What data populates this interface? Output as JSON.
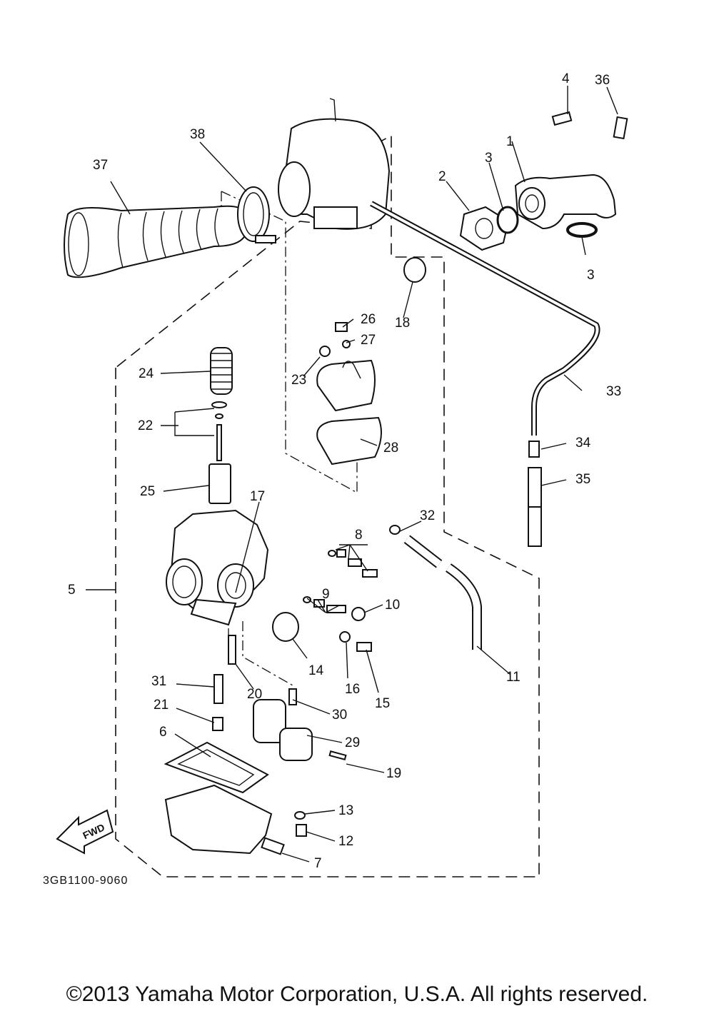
{
  "diagram": {
    "code": "3GB1100-9060",
    "fwd_label": "FWD",
    "callouts": [
      "1",
      "2",
      "3",
      "3",
      "4",
      "5",
      "6",
      "7",
      "8",
      "9",
      "10",
      "11",
      "12",
      "13",
      "14",
      "15",
      "16",
      "17",
      "18",
      "19",
      "20",
      "21",
      "22",
      "23",
      "24",
      "25",
      "26",
      "27",
      "28",
      "29",
      "30",
      "31",
      "32",
      "33",
      "34",
      "35",
      "36",
      "37",
      "38"
    ]
  },
  "footer": {
    "copyright": "©2013 Yamaha Motor Corporation, U.S.A. All rights reserved."
  }
}
